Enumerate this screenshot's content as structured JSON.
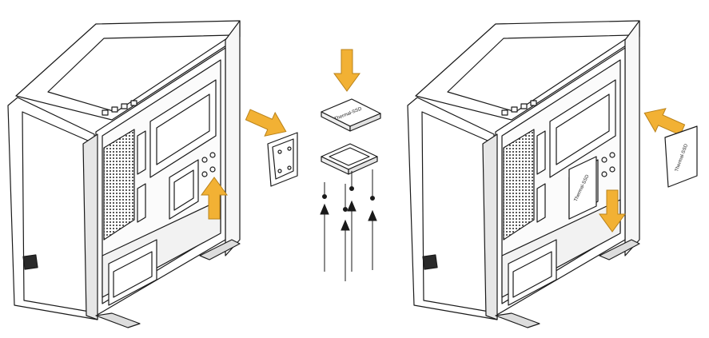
{
  "diagram": {
    "ssd_label": "Thermal-SSD",
    "colors": {
      "line": "#1a1a1a",
      "arrow_fill": "#f2b134",
      "arrow_stroke": "#b9821a",
      "panel_fill": "#ffffff",
      "dark_detail": "#2a2a2a"
    },
    "steps": [
      {
        "name": "remove-bracket",
        "arrow_direction": "out"
      },
      {
        "name": "mount-ssd",
        "arrow_direction": "down"
      },
      {
        "name": "install-bracket",
        "arrow_direction": "in"
      }
    ]
  }
}
